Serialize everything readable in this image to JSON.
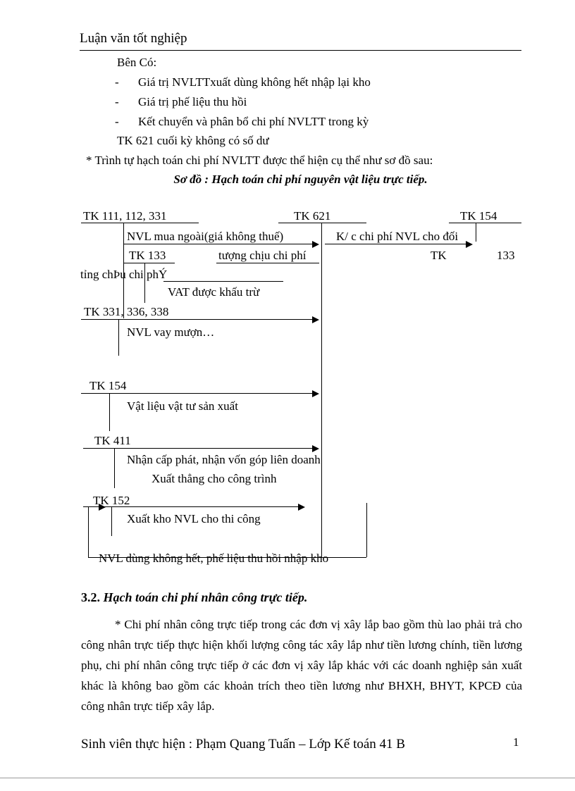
{
  "header": {
    "title": "Luận văn tốt nghiệp"
  },
  "intro": {
    "ben_co": "Bên Có:",
    "bullet_marker": "-",
    "bullets": [
      "Giá trị NVLTTxuất dùng không hết nhập lại kho",
      "Giá trị phế liệu thu hồi",
      "Kết chuyển và phân bổ chi phí NVLTT trong kỳ"
    ],
    "tk621_note": "TK 621 cuối kỳ không có số dư",
    "trinh_tu": "* Trình tự hạch toán chi phí NVLTT được thể hiện cụ thể như sơ đồ sau:",
    "so_do_title": "Sơ đồ : Hạch toán chi phí nguyên vật liệu trực tiếp."
  },
  "diagram": {
    "tk_111": "TK 111, 112, 331",
    "tk_621": "TK 621",
    "tk_154_right": "TK 154",
    "nvl_mua": "NVL mua ngoài(giá không thuế)",
    "kc_chi_phi": "K/ c chi phí NVL cho đối",
    "tk_133": "TK 133",
    "tuong_chiu": "tượng chịu chi phí",
    "tk_right2_a": "TK",
    "tk_right2_b": "133",
    "garbled_row": "tỉng chÞu chi phÝ",
    "vat": "VAT được khấu trừ",
    "tk_331": "TK 331, 336, 338",
    "nvl_vay": "NVL vay mượn…",
    "tk_154_left": "TK 154",
    "vat_lieu": "Vật liệu vật tư sản xuất",
    "tk_411": "TK 411",
    "nhan_cap": "Nhận cấp phát, nhận vốn góp liên doanh",
    "xuat_thang": "Xuất thẳng cho công trình",
    "tk_152": "TK 152",
    "xuat_kho": "Xuất kho NVL cho thi công",
    "nvl_dung": "NVL dùng không hết, phế liệu thu hồi nhập kho"
  },
  "section": {
    "heading_num": "3.2.",
    "heading_text": "Hạch toán chi phí nhân công trực tiếp.",
    "paragraph": "* Chi phí nhân công trực tiếp trong các đơn vị xây lắp bao gồm thù lao phải trả cho công nhân trực tiếp thực hiện khối lượng công tác xây lắp như tiền lương chính, tiền lương phụ, chi phí nhân công trực tiếp ở các đơn vị xây lắp khác với các doanh nghiệp sản xuất khác là không bao gồm các khoản trích theo tiền lương như BHXH, BHYT, KPCĐ của công nhân trực tiếp xây lắp."
  },
  "footer": {
    "text": "Sinh viên thực hiện : Phạm Quang Tuấn – Lớp Kế toán 41 B",
    "page_number": "1"
  }
}
